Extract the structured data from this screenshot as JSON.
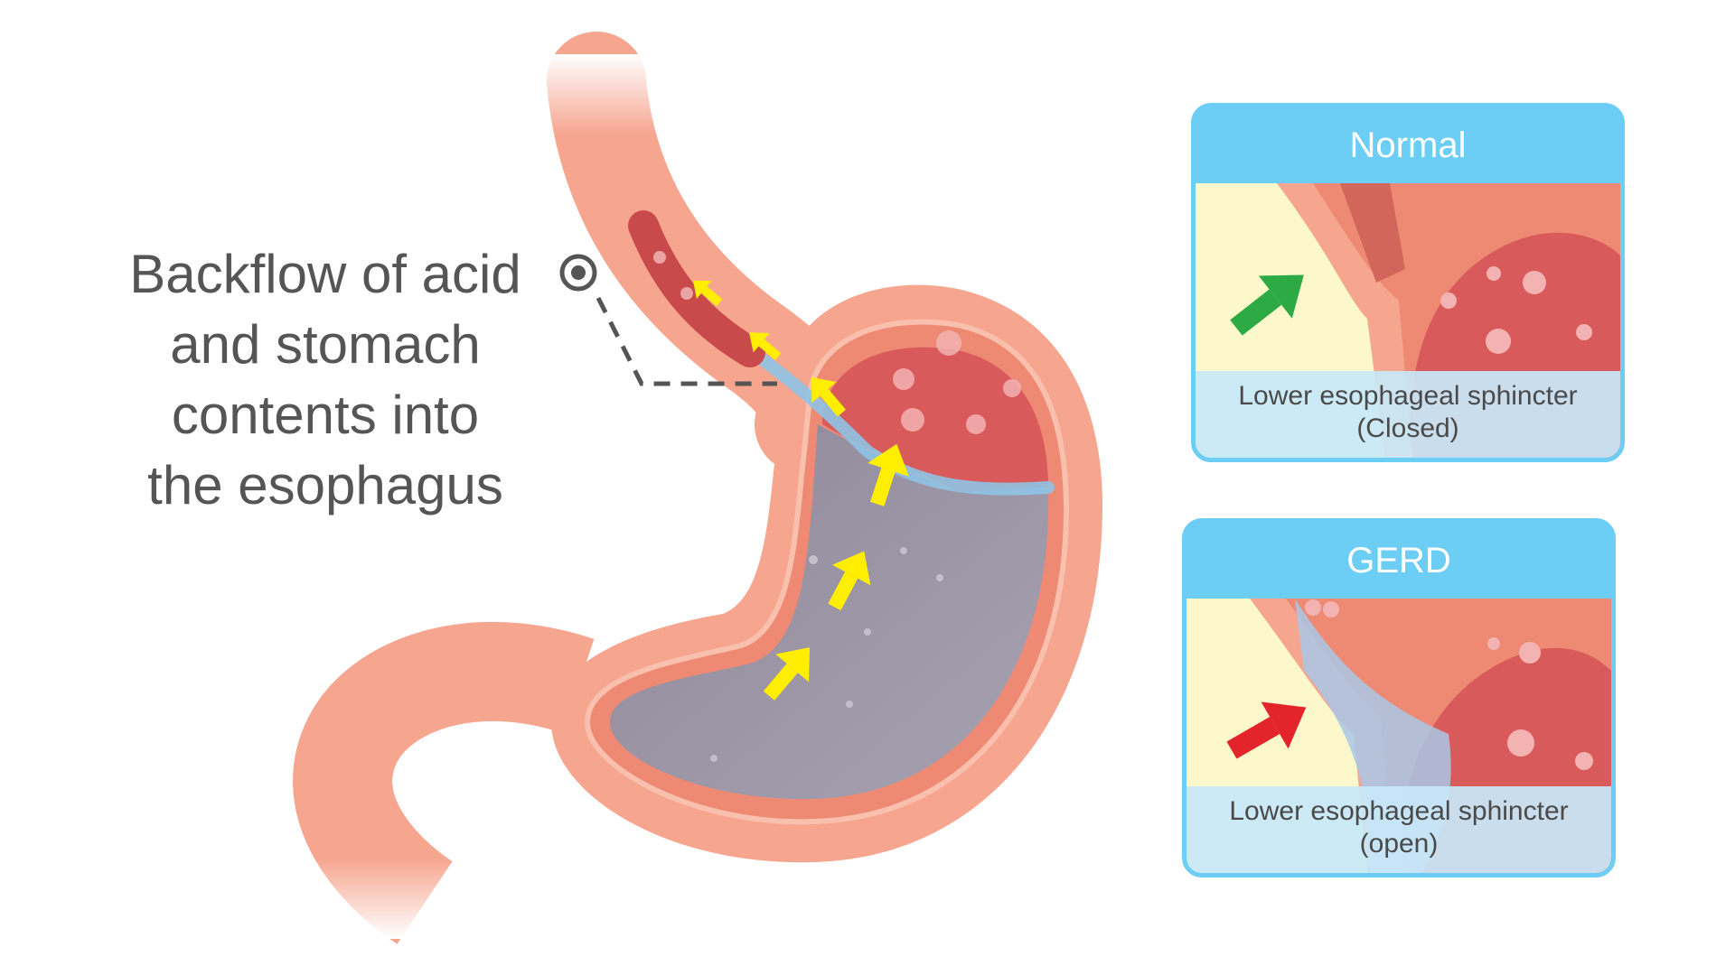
{
  "callout": {
    "lines": [
      "Backflow of acid",
      "and stomach",
      "contents into",
      "the esophagus"
    ]
  },
  "insets": {
    "normal": {
      "title": "Normal",
      "caption_line1": "Lower esophageal sphincter",
      "caption_line2": "(Closed)",
      "arrow_color": "#2eaa45"
    },
    "gerd": {
      "title": "GERD",
      "caption_line1": "Lower esophageal sphincter",
      "caption_line2": "(open)",
      "arrow_color": "#e3242b"
    }
  },
  "colors": {
    "tissue": "#f6a58f",
    "tissue_dark": "#ee8a74",
    "inner_red": "#d95a5a",
    "acid": "#a09aaa",
    "flow_arrow": "#ffee00",
    "header_blue": "#6ccef5"
  }
}
